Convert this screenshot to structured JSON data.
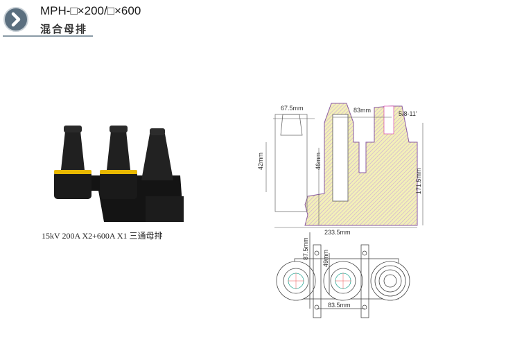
{
  "header": {
    "icon": "chevron-right-circle-icon",
    "title": "MPH-□×200/□×600",
    "subtitle": "混合母排"
  },
  "product": {
    "caption": "15kV 200A  X2+600A X1 三通母排"
  },
  "drawing": {
    "dims": {
      "width_top": "67.5mm",
      "pitch": "83mm",
      "thread": "5/8-11'",
      "height_42": "42mm",
      "height_46": "46mm",
      "height_total": "171.5mm",
      "length_total": "233.5mm",
      "bottom_87": "87.5mm",
      "bottom_49": "49mm",
      "bottom_pitch": "83.5mm"
    },
    "colors": {
      "body": "#f3f0b8",
      "hatch": "#b88acb",
      "outline": "#555555"
    }
  }
}
